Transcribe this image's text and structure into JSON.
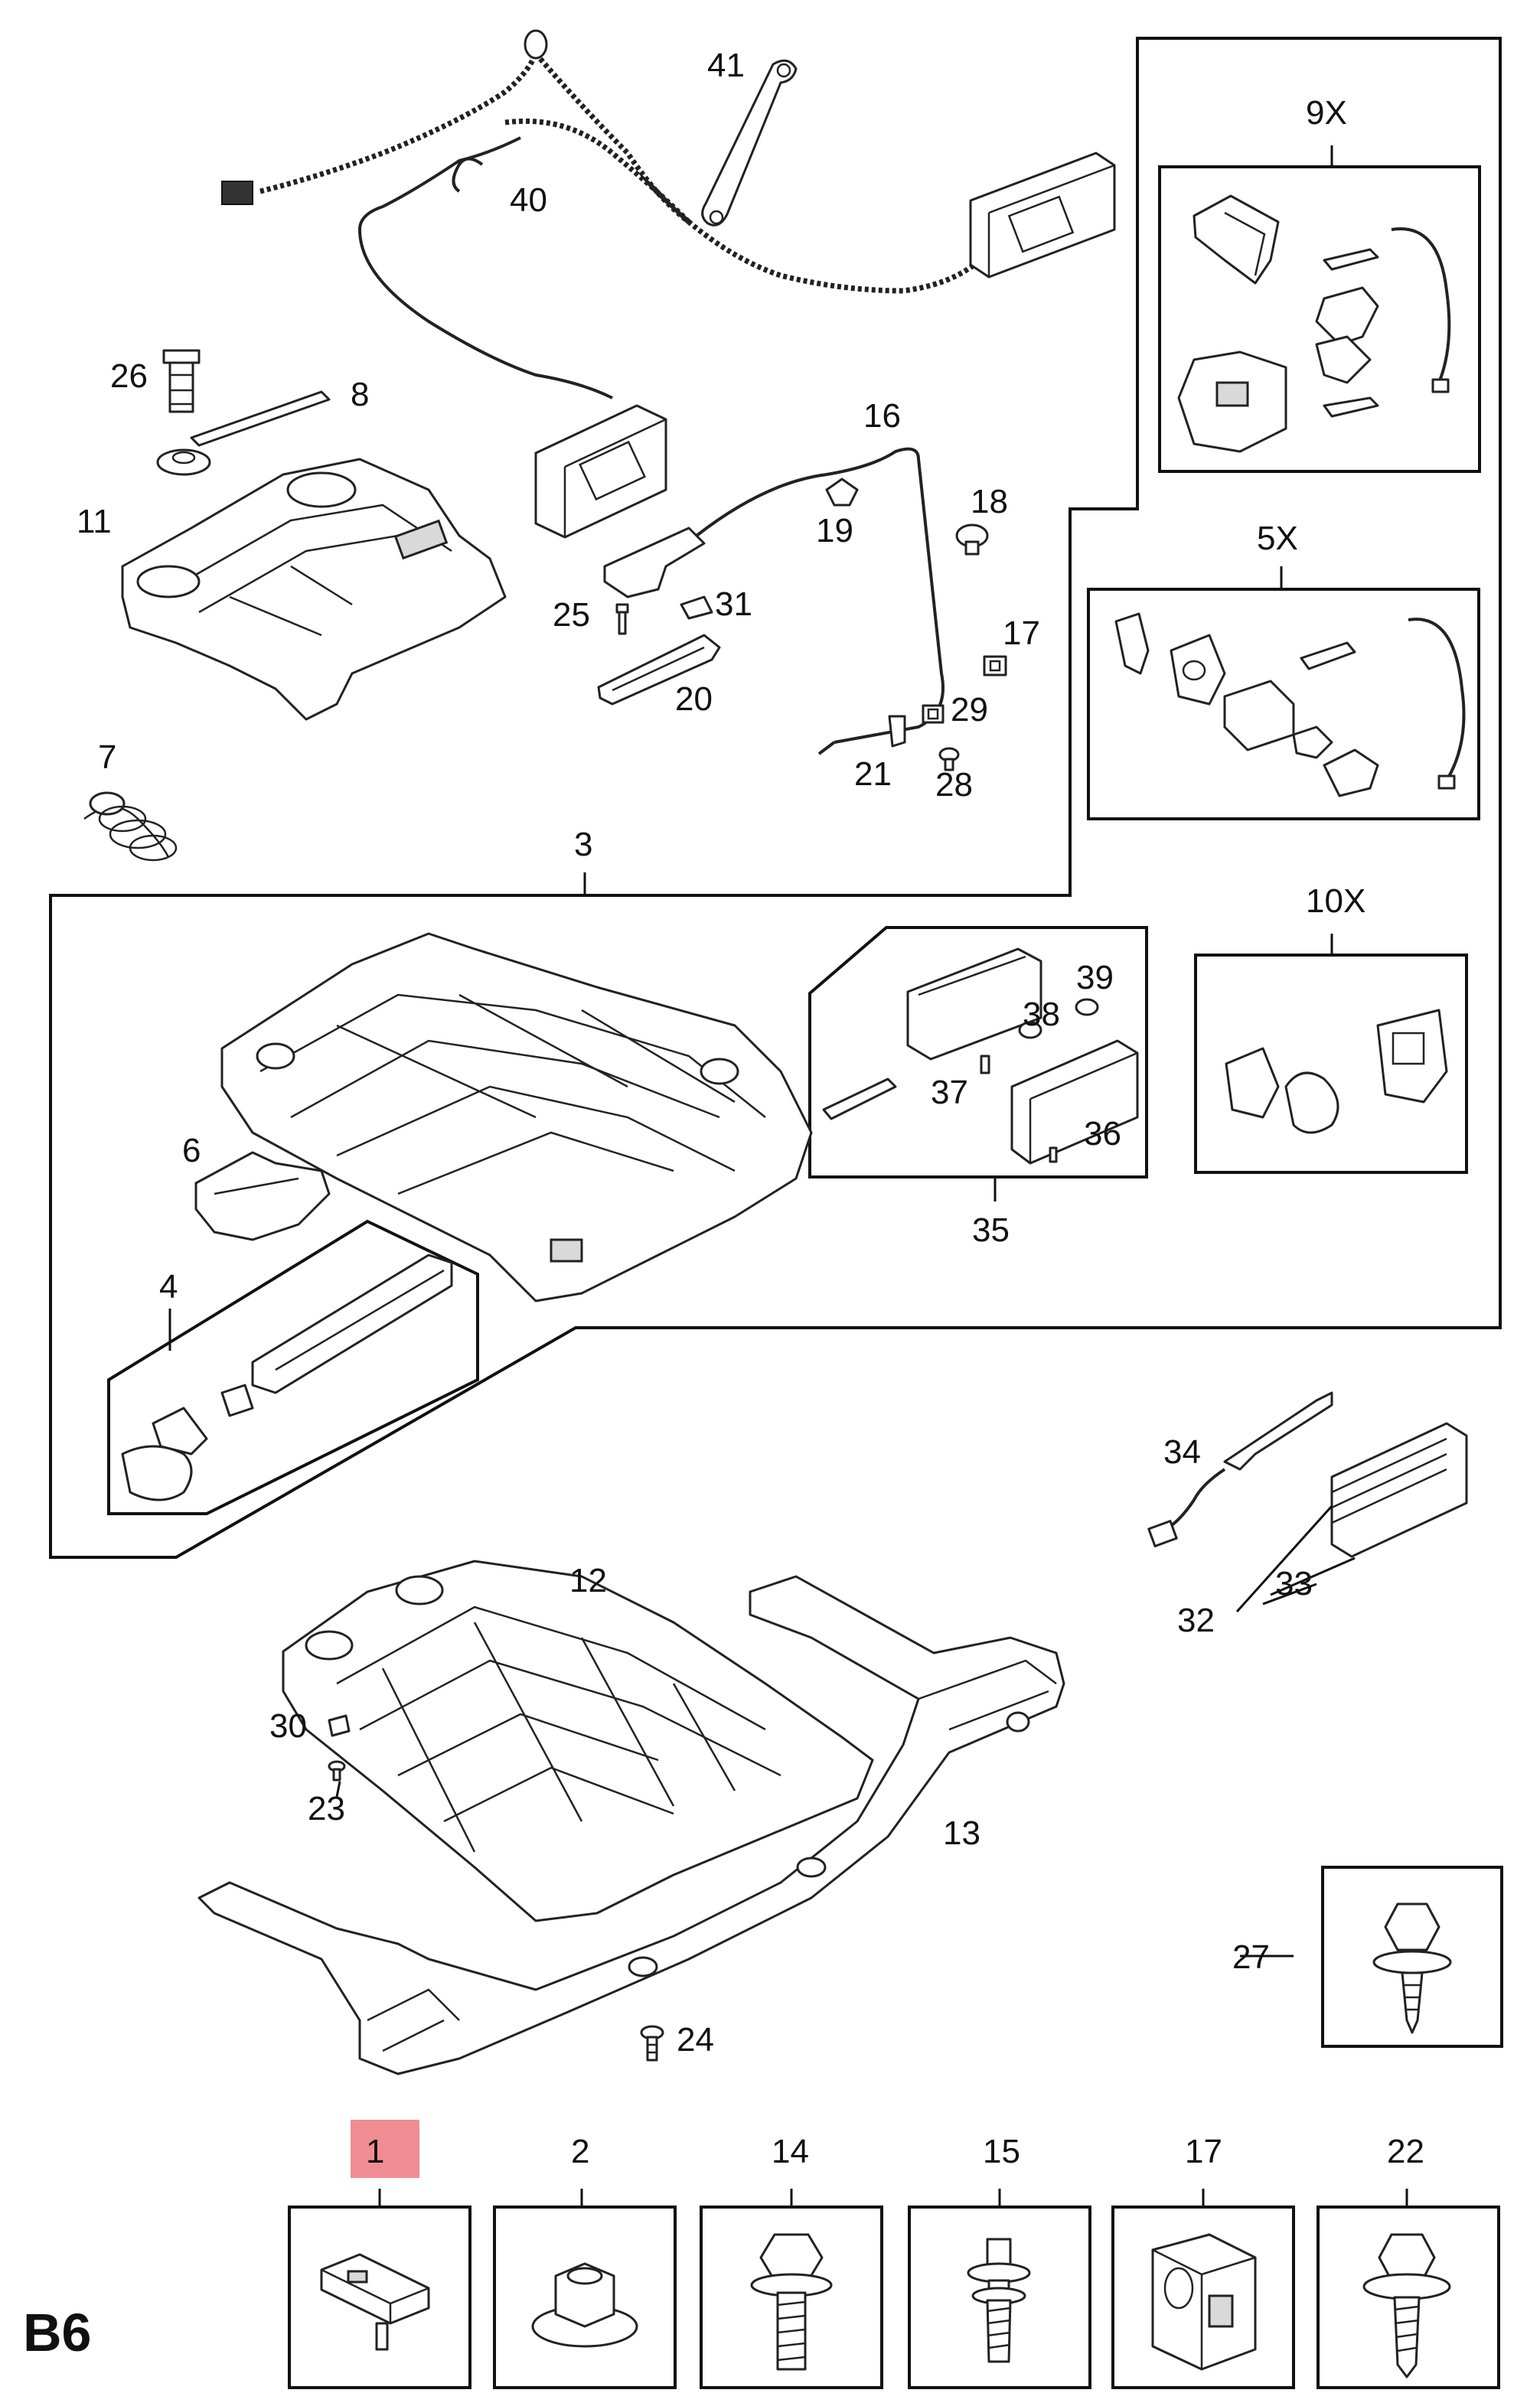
{
  "sheet_label": "B6",
  "highlight_color": "#f08d93",
  "callouts": {
    "c41": "41",
    "c40": "40",
    "c9x": "9X",
    "c26": "26",
    "c8": "8",
    "c16": "16",
    "c11": "11",
    "c19": "19",
    "c18": "18",
    "c5x": "5X",
    "c25": "25",
    "c31": "31",
    "c17a": "17",
    "c20": "20",
    "c29": "29",
    "c7": "7",
    "c21": "21",
    "c28": "28",
    "c3": "3",
    "c10x": "10X",
    "c39": "39",
    "c38": "38",
    "c6": "6",
    "c37": "37",
    "c36": "36",
    "c35": "35",
    "c4": "4",
    "c34": "34",
    "c12": "12",
    "c33": "33",
    "c32": "32",
    "c30": "30",
    "c13": "13",
    "c23": "23",
    "c27": "27",
    "c24": "24"
  },
  "fastener_boxes": [
    {
      "label": "1",
      "highlighted": true
    },
    {
      "label": "2",
      "highlighted": false
    },
    {
      "label": "14",
      "highlighted": false
    },
    {
      "label": "15",
      "highlighted": false
    },
    {
      "label": "17",
      "highlighted": false
    },
    {
      "label": "22",
      "highlighted": false
    }
  ]
}
